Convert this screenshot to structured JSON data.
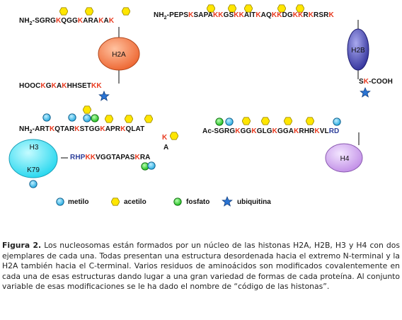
{
  "proteins": {
    "h2a": "H2A",
    "h2b": "H2B",
    "h3": "H3",
    "h3_site": "K79",
    "h4": "H4"
  },
  "sequences": {
    "h2a_n_prefix": "NH",
    "h2a_n_sub": "2",
    "h2a_n_seq": "-SGRGKQGGKARAKAK",
    "h2a_c_seq": "HOOCKGKAKHHSETKK",
    "h2b_n_prefix": "NH",
    "h2b_n_sub": "2",
    "h2b_n_seq": "-PEPSKSAPAKKGSKKAITKAQKKDGKKRKRSRK",
    "h2b_c_seq": "SK-COOH",
    "h3_top_prefix": "NH",
    "h3_top_sub": "2",
    "h3_top_seq": "-ARTKQTARKSTGGKAPRKQLAT",
    "h3_turn_k": "K",
    "h3_turn_a": "A",
    "h3_bottom_seq": "RHPKKVGGTAPASKRA",
    "h4_seq": "Ac-SGRGKGGKGLGKGGAKRHRKVLRD"
  },
  "legend": {
    "methyl": "metilo",
    "acetyl": "acetilo",
    "phospho": "fosfato",
    "ubiquitin": "ubiquitina"
  },
  "colors": {
    "methyl": "#2fb3e6",
    "acetyl": "#ffe600",
    "phospho": "#22cc22",
    "ubiquitin": "#2a74d4",
    "modified_residue": "#e8381d",
    "c_terminal_residue": "#2c3e9a",
    "h2a_ellipse": "#f27a4c",
    "h2b_ellipse": "#3f3fa8",
    "h3_ellipse": "#2fe3f5",
    "h4_ellipse": "#c99ae8"
  },
  "caption": {
    "label": "Figura 2.",
    "text": "Los nucleosomas están formados por un núcleo de las histonas H2A, H2B, H3 y H4 con dos ejemplares de cada una. Todas presentan una estructura desordenada hacia el extremo N-terminal y la H2A también hacia el C-terminal. Varios residuos de aminoácidos son modificados covalentemente en cada una de esas estructuras dando lugar a una gran variedad de formas de cada proteína. Al conjunto variable de esas modificaciones se le ha dado el nombre de “código de las histonas”."
  }
}
